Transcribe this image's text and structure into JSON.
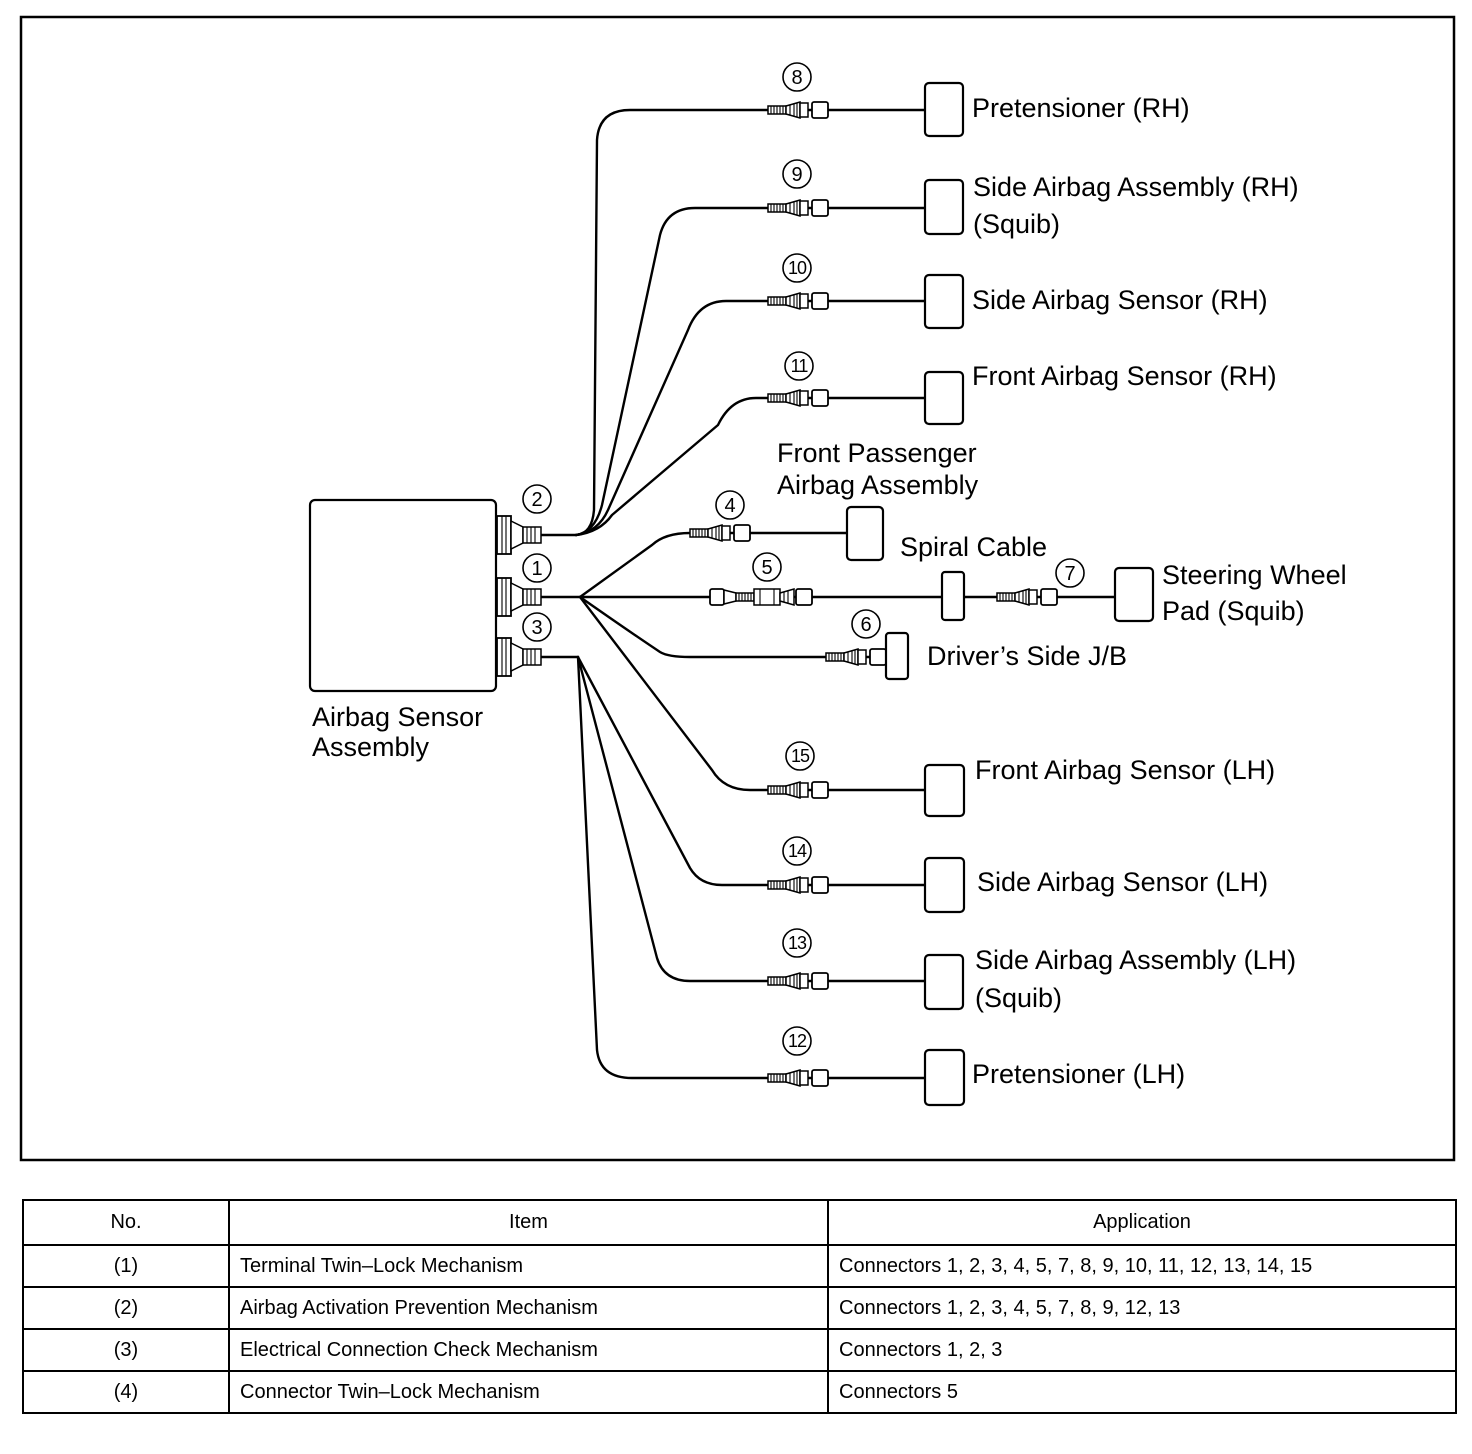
{
  "diagram": {
    "sensor_assembly": {
      "label_line1": "Airbag Sensor",
      "label_line2": "Assembly",
      "connectors": [
        "2",
        "1",
        "3"
      ]
    },
    "pretensioner_rh": {
      "label": "Pretensioner (RH)",
      "connector": "8"
    },
    "side_airbag_assembly_rh": {
      "label_line1": "Side Airbag Assembly (RH)",
      "label_line2": "(Squib)",
      "connector": "9"
    },
    "side_airbag_sensor_rh": {
      "label": "Side Airbag Sensor (RH)",
      "connector": "10"
    },
    "front_airbag_sensor_rh": {
      "label": "Front Airbag Sensor (RH)",
      "connector": "11"
    },
    "front_passenger_airbag_assembly": {
      "label_line1": "Front Passenger",
      "label_line2": "Airbag Assembly",
      "connector": "4"
    },
    "spiral_cable": {
      "label": "Spiral Cable",
      "connector": "5"
    },
    "steering_wheel_pad": {
      "label_line1": "Steering Wheel",
      "label_line2": "Pad (Squib)",
      "connector": "7"
    },
    "drivers_side_jb": {
      "label": "Driver’s Side J/B",
      "connector": "6"
    },
    "front_airbag_sensor_lh": {
      "label": "Front Airbag Sensor (LH)",
      "connector": "15"
    },
    "side_airbag_sensor_lh": {
      "label": "Side Airbag Sensor (LH)",
      "connector": "14"
    },
    "side_airbag_assembly_lh": {
      "label_line1": "Side Airbag Assembly (LH)",
      "label_line2": "(Squib)",
      "connector": "13"
    },
    "pretensioner_lh": {
      "label": "Pretensioner (LH)",
      "connector": "12"
    }
  },
  "table": {
    "headers": [
      "No.",
      "Item",
      "Application"
    ],
    "rows": [
      {
        "no": "(1)",
        "item": "Terminal Twin–Lock Mechanism",
        "application": "Connectors 1, 2, 3, 4, 5, 7, 8, 9, 10, 11, 12, 13, 14, 15"
      },
      {
        "no": "(2)",
        "item": "Airbag Activation Prevention Mechanism",
        "application": "Connectors 1, 2, 3, 4, 5, 7, 8, 9, 12, 13"
      },
      {
        "no": "(3)",
        "item": "Electrical Connection Check Mechanism",
        "application": "Connectors 1, 2, 3"
      },
      {
        "no": "(4)",
        "item": "Connector Twin–Lock Mechanism",
        "application": "Connectors 5"
      }
    ]
  }
}
